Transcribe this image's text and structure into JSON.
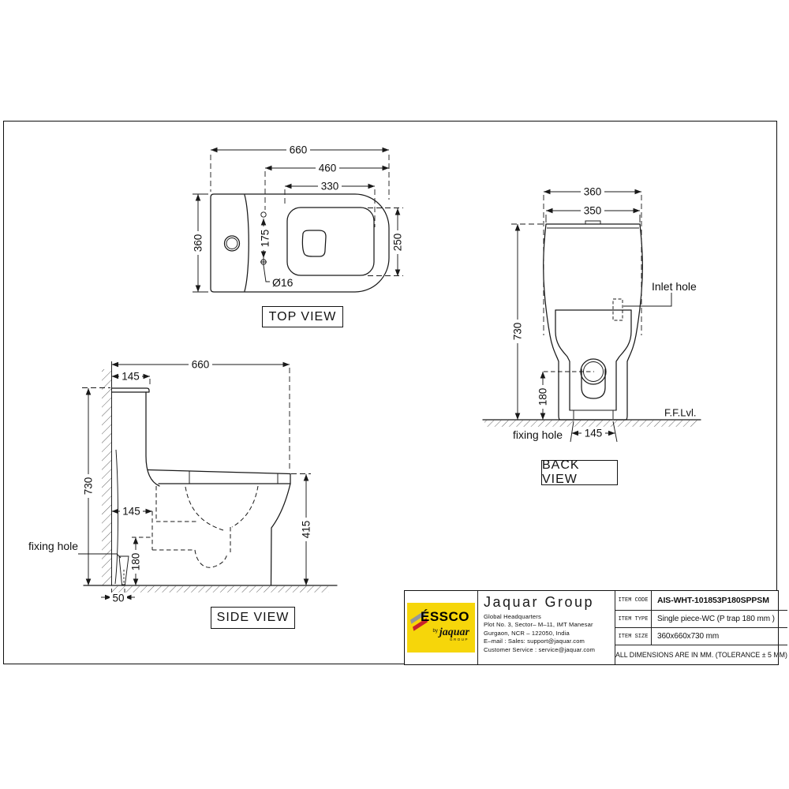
{
  "views": {
    "top": {
      "label": "TOP VIEW",
      "d660": "660",
      "d460": "460",
      "d330": "330",
      "d360": "360",
      "d175": "175",
      "d250": "250",
      "d16": "Ø16"
    },
    "side": {
      "label": "SIDE VIEW",
      "d660": "660",
      "d145_top": "145",
      "d730": "730",
      "d145_mid": "145",
      "d180": "180",
      "d415": "415",
      "d50": "50",
      "fixing_hole": "fixing hole"
    },
    "back": {
      "label": "BACK VIEW",
      "d360": "360",
      "d350": "350",
      "d730": "730",
      "d180": "180",
      "d145": "145",
      "inlet_hole": "Inlet hole",
      "ffl": "F.F.Lvl.",
      "fixing_hole": "fixing hole"
    }
  },
  "title_block": {
    "logo": {
      "essco": "ÉSSCO",
      "by": "by",
      "jaquar": "jaquar",
      "group": "GROUP"
    },
    "company": "Jaquar Group",
    "address": [
      "Global Headquarters",
      "Plot No. 3, Sector– M–11, IMT Manesar",
      "Gurgaon, NCR – 122050, India",
      "E–mail : Sales: support@jaquar.com",
      "Customer Service : service@jaquar.com"
    ],
    "rows": [
      {
        "label": "ITEM CODE",
        "value": "AIS-WHT-101853P180SPPSM"
      },
      {
        "label": "ITEM TYPE",
        "value": "Single piece-WC (P trap 180 mm )"
      },
      {
        "label": "ITEM SIZE",
        "value": "360x660x730 mm"
      }
    ],
    "note": "ALL DIMENSIONS ARE IN MM. (TOLERANCE ± 5 MM)"
  },
  "colors": {
    "logo_yellow": "#F6D60A",
    "logo_red": "#C8232C",
    "logo_gray": "#93979B",
    "ink": "#191919"
  }
}
